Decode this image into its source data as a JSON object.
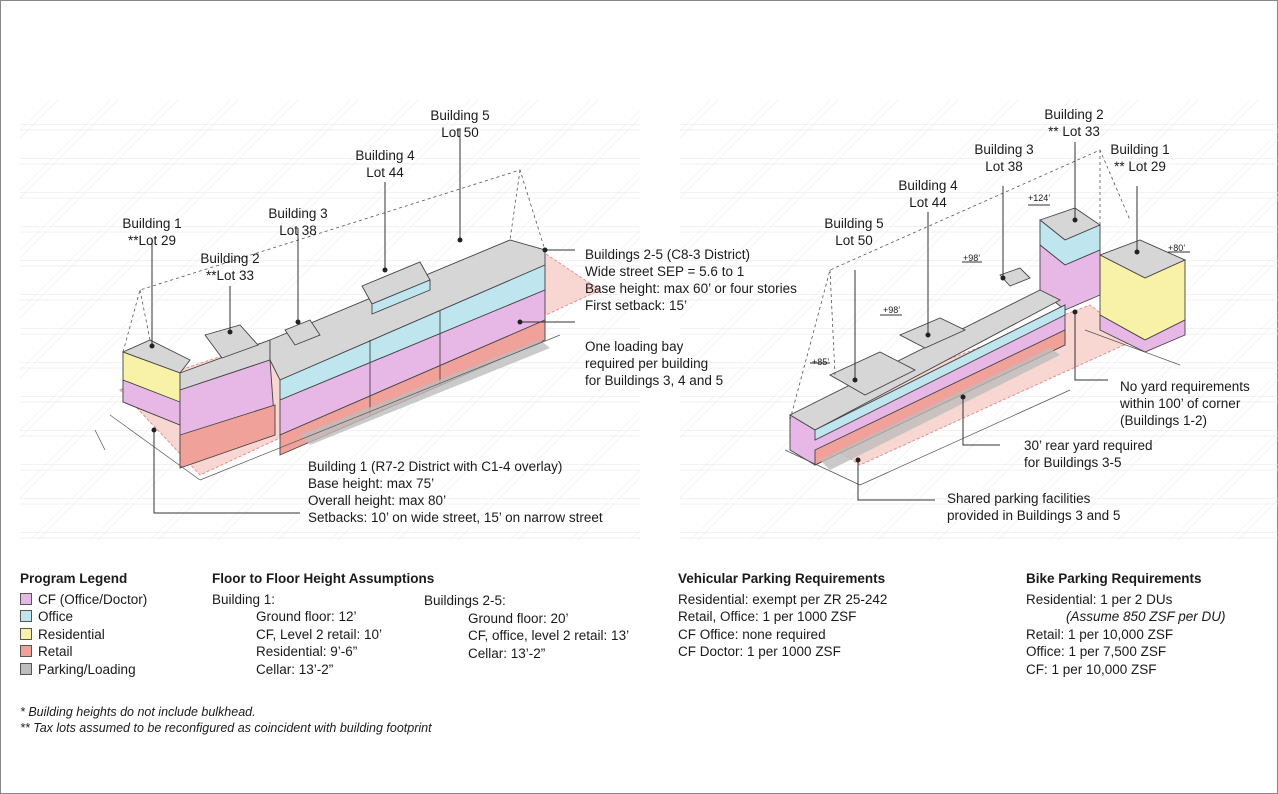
{
  "colors": {
    "cf": "#e7b8e6",
    "office": "#bfe6ee",
    "residential": "#f7f2a8",
    "retail": "#f0a29a",
    "parking": "#bdbdbd",
    "roof": "#d6d6d6"
  },
  "left_diagram": {
    "b1": [
      "Building 1",
      "**Lot 29"
    ],
    "b2": [
      "Building 2",
      "**Lot 33"
    ],
    "b3": [
      "Building 3",
      "Lot 38"
    ],
    "b4": [
      "Building 4",
      "Lot 44"
    ],
    "b5": [
      "Building 5",
      "Lot 50"
    ],
    "c83_note": [
      "Buildings 2-5 (C8-3 District)",
      "Wide street SEP = 5.6 to 1",
      "Base height: max 60’ or four stories",
      "First setback: 15’"
    ],
    "loading_note": [
      "One loading bay",
      "required per building",
      "for Buildings 3, 4 and 5"
    ],
    "r72_note": [
      "Building 1 (R7-2 District with C1-4 overlay)",
      "Base height: max 75’",
      "Overall height: max 80’",
      "Setbacks: 10’ on wide street, 15’ on narrow street"
    ]
  },
  "right_diagram": {
    "b1": [
      "Building 1",
      "** Lot 29"
    ],
    "b2": [
      "Building 2",
      "** Lot 33"
    ],
    "b3": [
      "Building 3",
      "Lot 38"
    ],
    "b4": [
      "Building 4",
      "Lot 44"
    ],
    "b5": [
      "Building 5",
      "Lot 50"
    ],
    "heights": [
      "+124’",
      "+80’",
      "+98’",
      "+98’",
      "+85’"
    ],
    "yard_note": [
      "No yard requirements",
      "within 100’ of corner",
      "(Buildings 1-2)"
    ],
    "rear_note": [
      "30’ rear yard required",
      "for Buildings 3-5"
    ],
    "parking_note": [
      "Shared parking facilities",
      "provided in Buildings 3 and 5"
    ]
  },
  "legend": {
    "title": "Program Legend",
    "items": [
      {
        "label": "CF (Office/Doctor)",
        "color": "#e7b8e6"
      },
      {
        "label": "Office",
        "color": "#bfe6ee"
      },
      {
        "label": "Residential",
        "color": "#f7f2a8"
      },
      {
        "label": "Retail",
        "color": "#f0a29a"
      },
      {
        "label": "Parking/Loading",
        "color": "#bdbdbd"
      }
    ]
  },
  "floor_heights": {
    "title": "Floor to Floor Height Assumptions",
    "b1_title": "Building 1:",
    "b1_lines": [
      "Ground floor: 12’",
      "CF, Level 2 retail: 10’",
      "Residential: 9’-6”",
      "Cellar: 13’-2”"
    ],
    "b25_title": "Buildings 2-5:",
    "b25_lines": [
      "Ground floor: 20’",
      "CF, office, level 2 retail: 13’",
      "Cellar: 13’-2”"
    ]
  },
  "vehicular": {
    "title": "Vehicular Parking Requirements",
    "lines": [
      "Residential: exempt per ZR 25-242",
      "Retail, Office: 1 per 1000 ZSF",
      "CF Office: none required",
      "CF Doctor: 1 per 1000 ZSF"
    ]
  },
  "bike": {
    "title": "Bike Parking Requirements",
    "line1": "Residential: 1 per 2 DUs",
    "line2": "(Assume 850 ZSF per DU)",
    "lines": [
      "Retail: 1 per 10,000 ZSF",
      "Office: 1 per 7,500 ZSF",
      "CF: 1 per 10,000 ZSF"
    ]
  },
  "notes": [
    "* Building heights do not include bulkhead.",
    "** Tax lots assumed to be reconfigured as coincident with building footprint"
  ]
}
